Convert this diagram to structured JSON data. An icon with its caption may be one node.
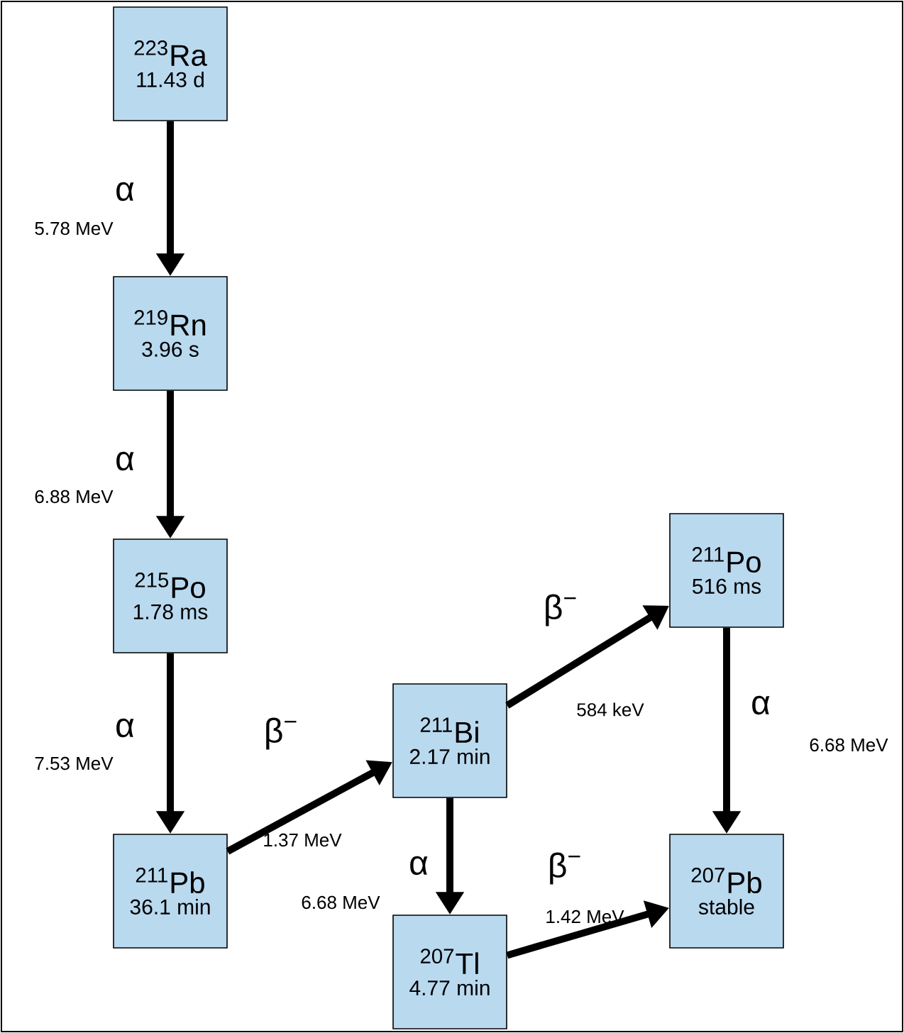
{
  "diagram": {
    "nodes": [
      {
        "text": [
          "$^{223}$Ra",
          "11.43 d"
        ]
      },
      {
        "text": [
          "$^{219}$Rn",
          "3.96 s"
        ]
      },
      {
        "text": [
          "$^{215}$Po",
          "1.78 ms"
        ]
      },
      {
        "text": [
          "$^{211}$Pb",
          "36.1 min"
        ]
      },
      {
        "text": [
          "$^{211}$Bi",
          "2.17 min"
        ]
      },
      {
        "text": [
          "$^{211}$Po",
          "516 ms"
        ]
      },
      {
        "text": [
          "$^{207}$Tl",
          "4.77 min"
        ]
      },
      {
        "text": [
          "$^{207}$Pb",
          "stable"
        ]
      }
    ],
    "edges": [
      {
        "from": 0,
        "to": 1,
        "arrow": "to",
        "label": "α"
      },
      {
        "from": 1,
        "to": 2,
        "arrow": "to",
        "label": "α"
      },
      {
        "from": 2,
        "to": 3,
        "arrow": "to",
        "label": "α"
      },
      {
        "from": 3,
        "to": 4,
        "arrow": "to",
        "label": "β$^{−}$"
      },
      {
        "from": 4,
        "to": 5,
        "arrow": "to",
        "label": "β$^{−}$"
      },
      {
        "from": 4,
        "to": 6,
        "arrow": "to",
        "label": "α"
      },
      {
        "from": 5,
        "to": 7,
        "arrow": "to",
        "label": "α"
      },
      {
        "from": 6,
        "to": 7,
        "arrow": "to",
        "label": "β$^{−}$"
      }
    ],
    "labels": [
      "5.78 MeV",
      "6.88 MeV",
      "7.53 MeV",
      "1.37 MeV",
      "584 keV",
      "6.68 MeV",
      "6.68 MeV",
      "1.42 MeV"
    ]
  }
}
